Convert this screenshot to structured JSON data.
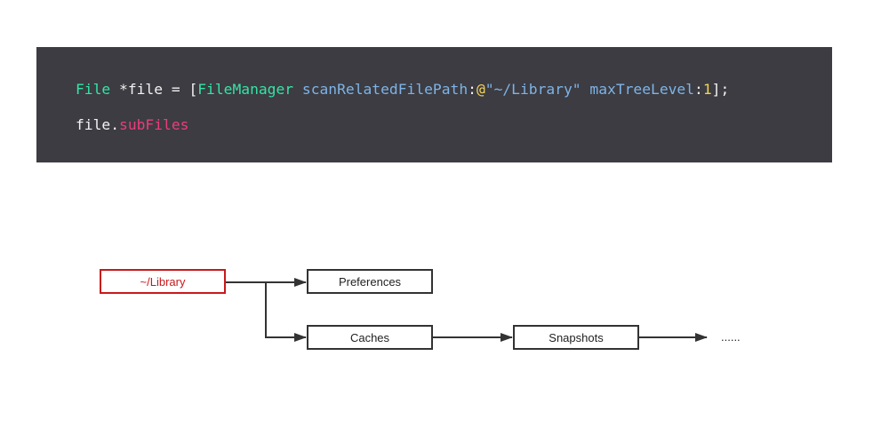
{
  "code": {
    "line1": {
      "type": "File",
      "decl": " *file = [",
      "class": "FileManager",
      "space1": " ",
      "method1": "scanRelatedFilePath",
      "colon1": ":",
      "at": "@",
      "string": "\"~/Library\"",
      "space2": " ",
      "method2": "maxTreeLevel",
      "colon2": ":",
      "number": "1",
      "end": "];"
    },
    "line2": {
      "obj": "file.",
      "prop": "subFiles"
    }
  },
  "diagram": {
    "root": "~/Library",
    "preferences": "Preferences",
    "caches": "Caches",
    "snapshots": "Snapshots",
    "ellipsis": "......"
  },
  "colors": {
    "code_background": "#3c3c42",
    "type": "#36e3a4",
    "method": "#7fb3e6",
    "number": "#f3d35a",
    "property": "#ee3b7e",
    "root_node": "#c8191c",
    "edge": "#333333"
  }
}
